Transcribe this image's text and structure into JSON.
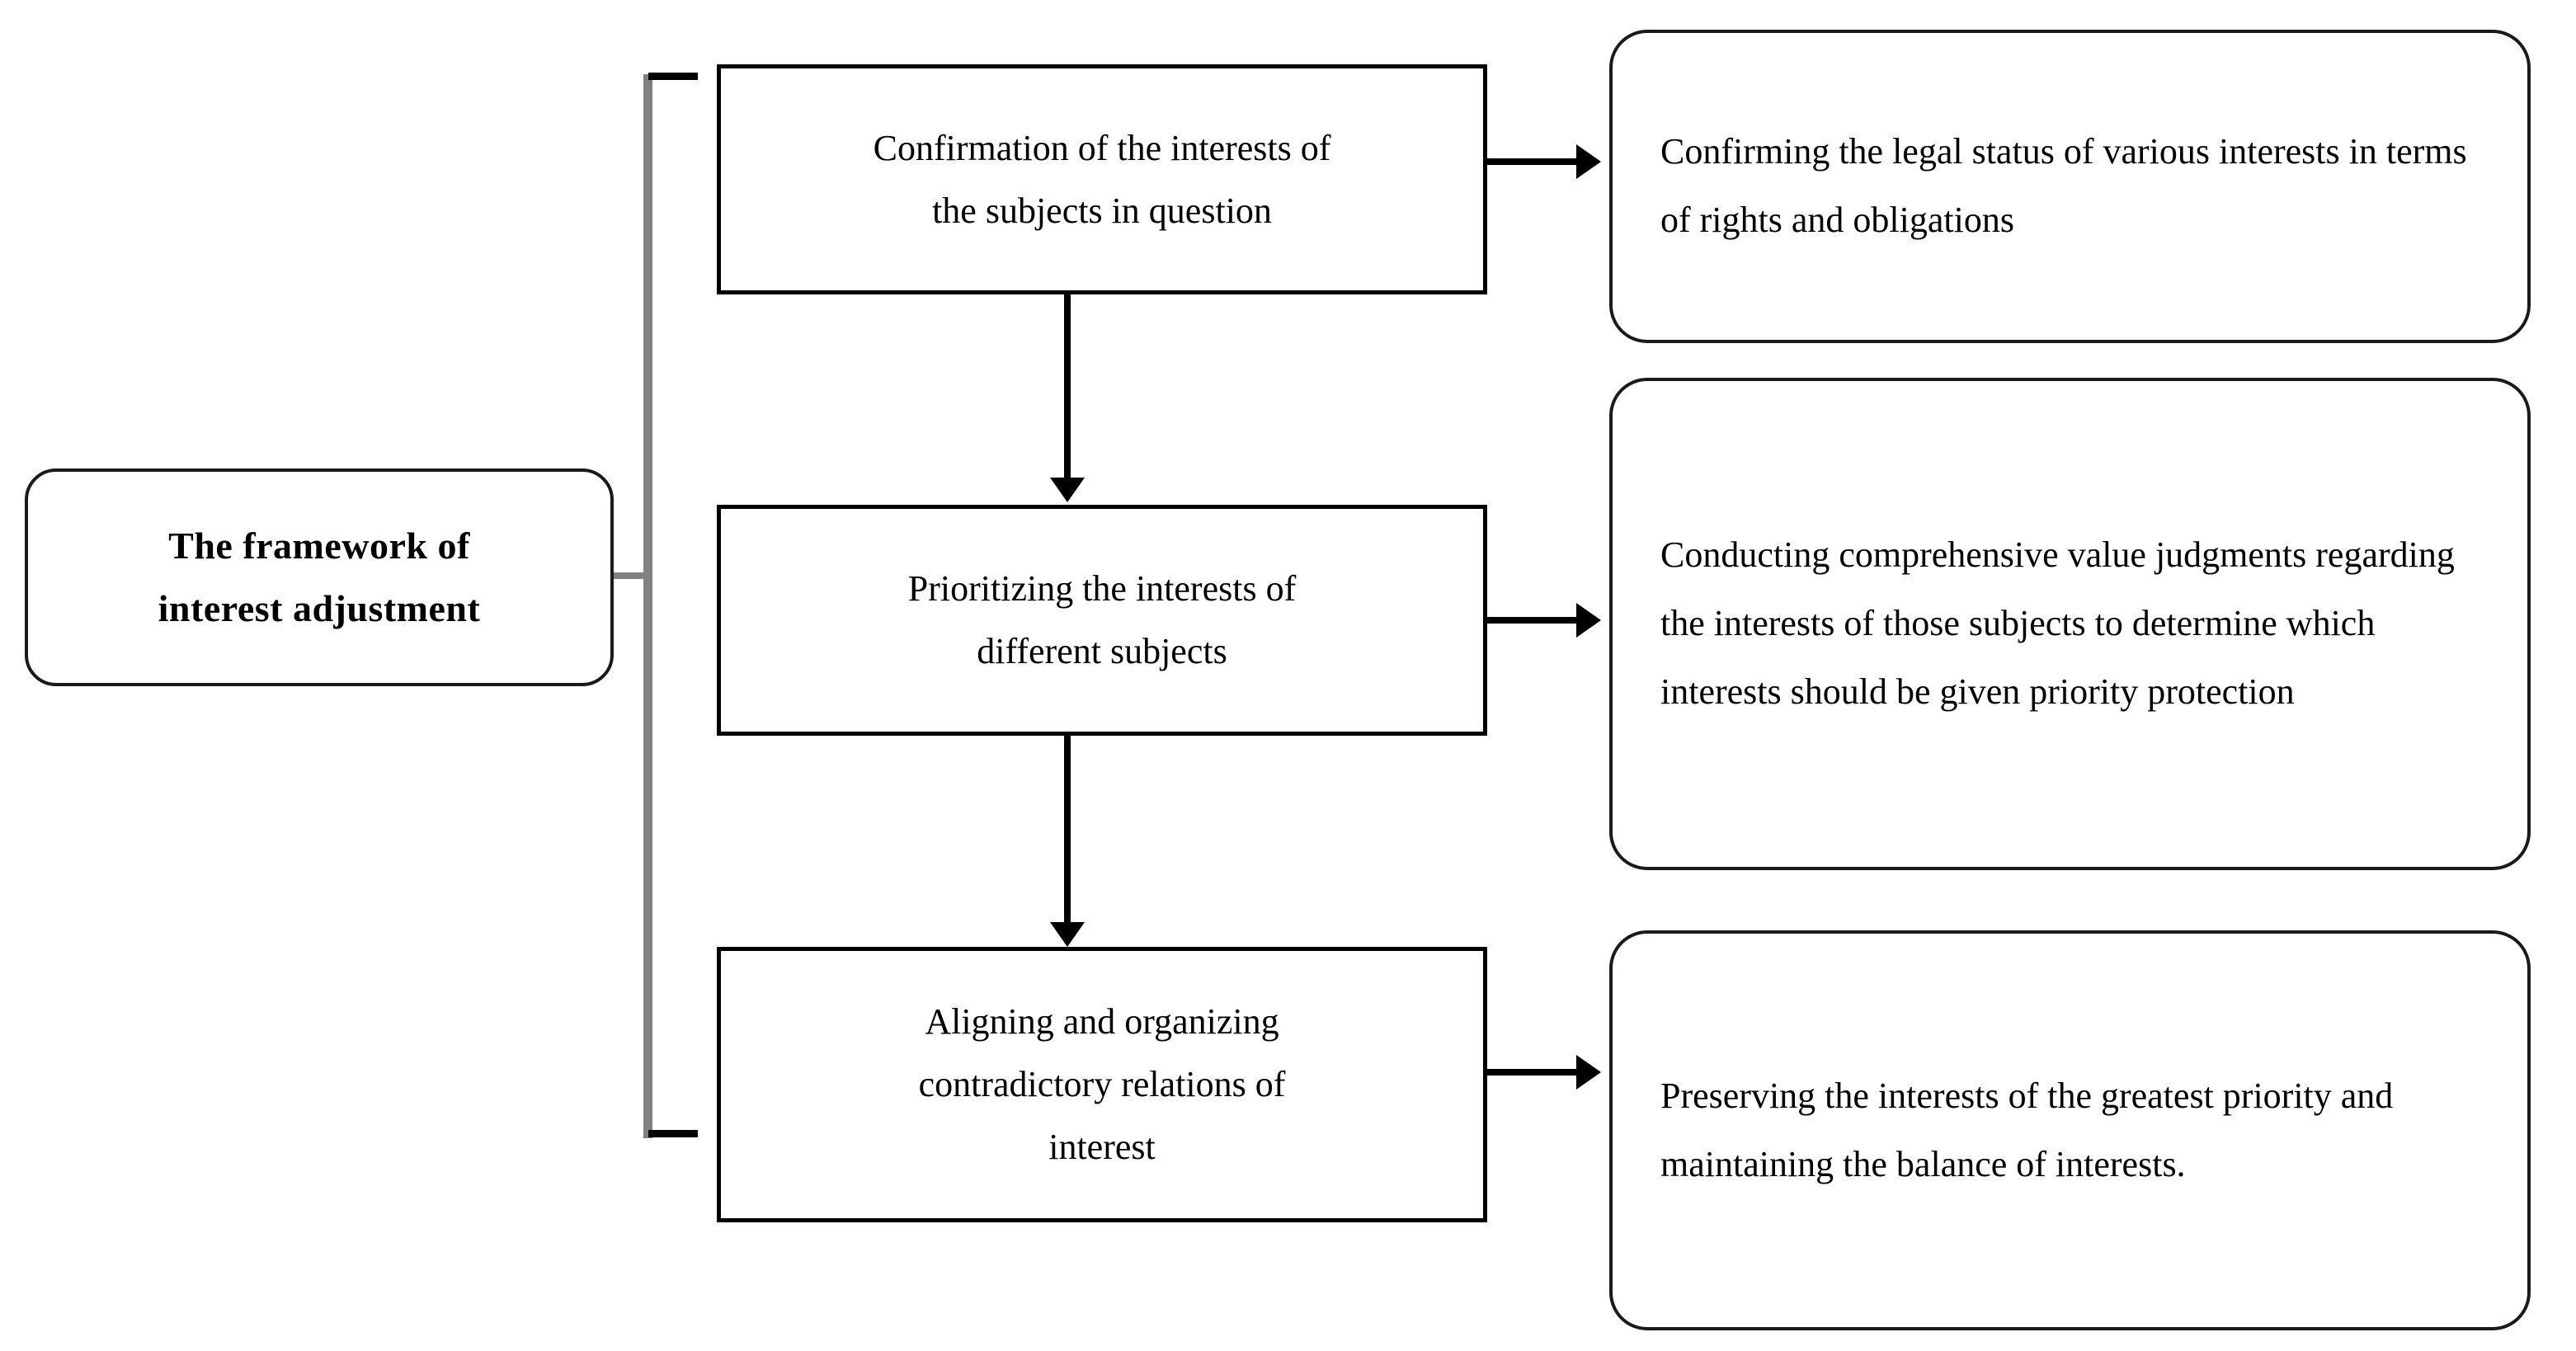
{
  "diagram": {
    "root": {
      "label": "The framework of\ninterest adjustment"
    },
    "steps": [
      {
        "label": "Confirmation of the interests of\nthe subjects in question"
      },
      {
        "label": "Prioritizing the interests of\ndifferent subjects"
      },
      {
        "label": "Aligning and organizing\ncontradictory relations of\ninterest"
      }
    ],
    "details": [
      {
        "label": "Confirming the legal status of various interests in terms of rights and obligations"
      },
      {
        "label": "Conducting comprehensive value judgments regarding the interests of those subjects to determine which interests should be given priority protection"
      },
      {
        "label": "Preserving the interests of the greatest priority and maintaining the balance of interests."
      }
    ],
    "colors": {
      "background": "#ffffff",
      "text": "#000000",
      "step_border": "#000000",
      "rounded_border": "#1a1a1a",
      "bracket": "#808080",
      "arrow": "#000000"
    }
  }
}
